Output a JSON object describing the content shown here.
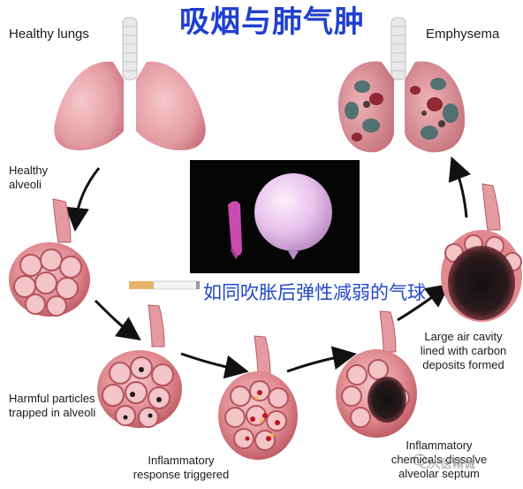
{
  "title": "吸烟与肺气肿",
  "labels": {
    "healthy_lungs": "Healthy lungs",
    "emphysema": "Emphysema",
    "healthy_alveoli": [
      "Healthy",
      "alveoli"
    ],
    "harmful_particles": [
      "Harmful particles",
      "trapped in alveoli"
    ],
    "inflammatory_response": [
      "Inflammatory",
      "response triggered"
    ],
    "inflammatory_chemicals": [
      "Inflammatory",
      "chemicals dissolve",
      "alveolar septum"
    ],
    "large_air_cavity": [
      "Large air cavity",
      "lined with carbon",
      "deposits formed"
    ]
  },
  "balloon_caption": "如同吹胀后弹性减弱的气球",
  "watermark": "大医精诚",
  "colors": {
    "title": "#1f3fd0",
    "caption": "#2347c9",
    "lung_pink": "#e8a4aa",
    "alveoli_red": "#d9676f",
    "balloon": "#e6b8ea"
  },
  "icons": [
    "cigarette-icon",
    "arrow-icon",
    "wechat-icon"
  ]
}
